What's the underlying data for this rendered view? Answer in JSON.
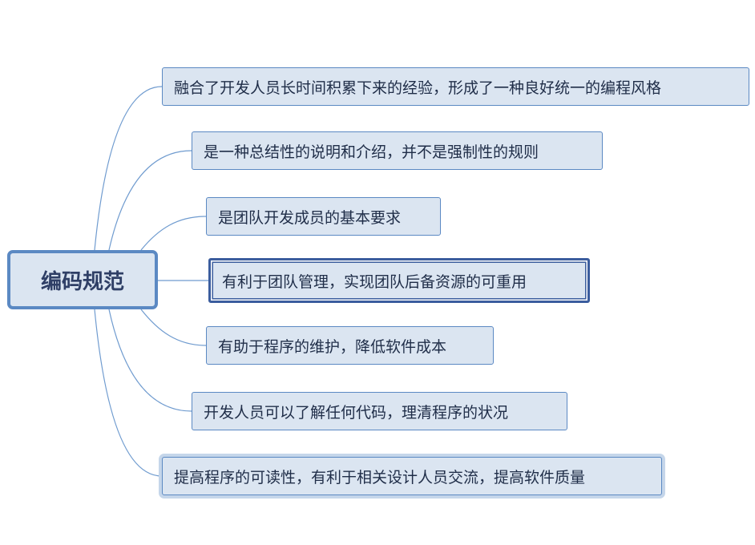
{
  "root": {
    "label": "编码规范"
  },
  "branches": [
    {
      "label": "融合了开发人员长时间积累下来的经验，形成了一种良好统一的编程风格"
    },
    {
      "label": "是一种总结性的说明和介绍，并不是强制性的规则"
    },
    {
      "label": "是团队开发成员的基本要求"
    },
    {
      "label": "有利于团队管理，实现团队后备资源的可重用"
    },
    {
      "label": "有助于程序的维护，降低软件成本"
    },
    {
      "label": "开发人员可以了解任何代码，理清程序的状况"
    },
    {
      "label": "提高程序的可读性，有利于相关设计人员交流，提高软件质量"
    }
  ],
  "colors": {
    "connector": "#6f9bcf",
    "node_fill": "#dbe5f1",
    "node_border": "#5b89c3",
    "text": "#1f2d48"
  }
}
